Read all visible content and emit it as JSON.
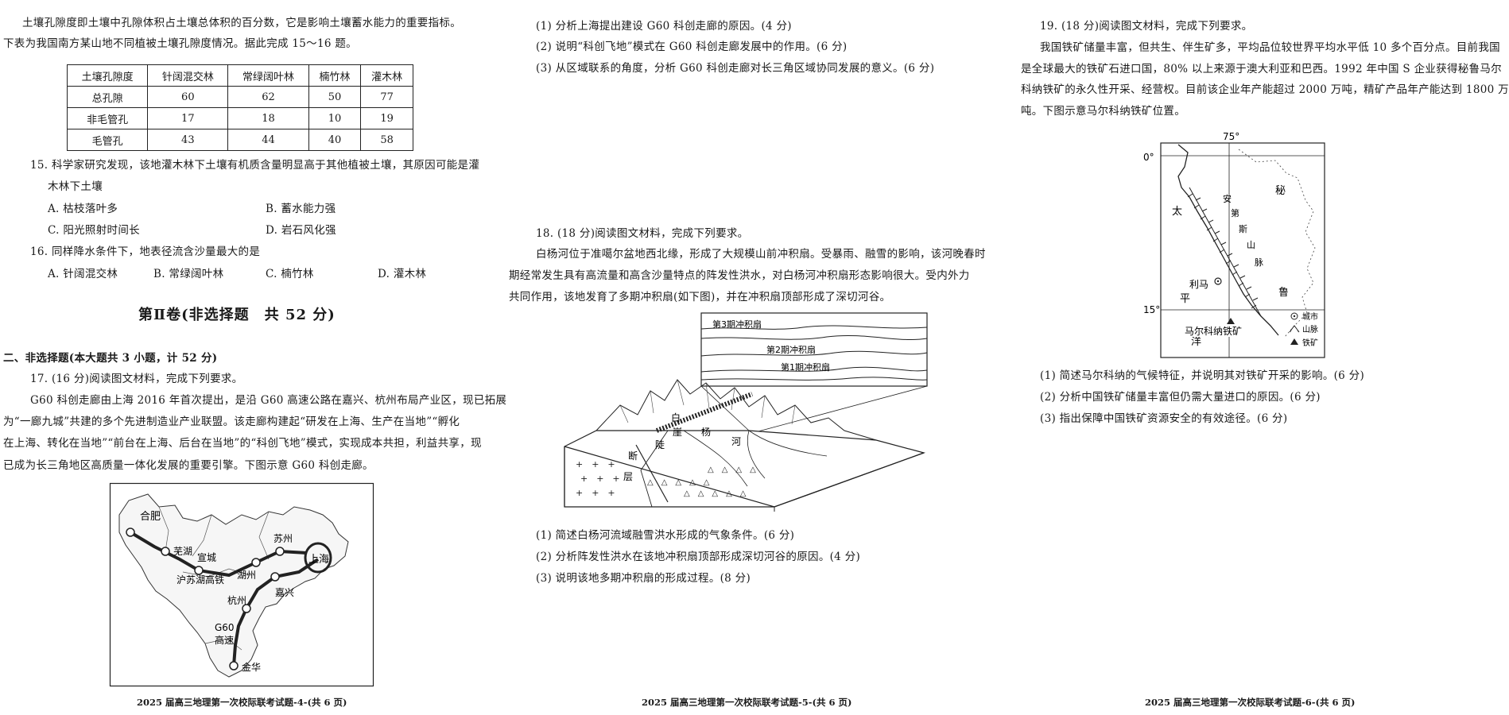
{
  "page1": {
    "intro1": "土壤孔隙度即土壤中孔隙体积占土壤总体积的百分数，它是影响土壤蓄水能力的重要指标。",
    "intro2": "下表为我国南方某山地不同植被土壤孔隙度情况。据此完成 15～16 题。",
    "table": {
      "headers": [
        "土壤孔隙度",
        "针阔混交林",
        "常绿阔叶林",
        "楠竹林",
        "灌木林"
      ],
      "rows": [
        [
          "总孔隙",
          "60",
          "62",
          "50",
          "77"
        ],
        [
          "非毛管孔",
          "17",
          "18",
          "10",
          "19"
        ],
        [
          "毛管孔",
          "43",
          "44",
          "40",
          "58"
        ]
      ]
    },
    "q15": {
      "stem1": "15. 科学家研究发现，该地灌木林下土壤有机质含量明显高于其他植被土壤，其原因可能是灌",
      "stem2": "木林下土壤",
      "a": "A. 枯枝落叶多",
      "b": "B. 蓄水能力强",
      "c": "C. 阳光照射时间长",
      "d": "D. 岩石风化强"
    },
    "q16": {
      "stem": "16. 同样降水条件下，地表径流含沙量最大的是",
      "a": "A. 针阔混交林",
      "b": "B. 常绿阔叶林",
      "c": "C. 楠竹林",
      "d": "D. 灌木林"
    },
    "section_title": "第Ⅱ卷(非选择题　共 52 分)",
    "section_sub": "二、非选择题(本大题共 3 小题，计 52 分)",
    "q17": {
      "title": "17. (16 分)阅读图文材料，完成下列要求。",
      "l1": "G60 科创走廊由上海 2016 年首次提出，是沿 G60 高速公路在嘉兴、杭州布局产业区，现已拓展",
      "l2": "为“一廊九城”共建的多个先进制造业产业联盟。该走廊构建起“研发在上海、生产在当地”“孵化",
      "l3": "在上海、转化在当地”“前台在上海、后台在当地”的“科创飞地”模式，实现成本共担，利益共享，现",
      "l4": "已成为长三角地区高质量一体化发展的重要引擎。下图示意 G60 科创走廊。"
    },
    "map": {
      "cities": [
        "合肥",
        "芜湖",
        "宣城",
        "苏州",
        "上海",
        "湖州",
        "嘉兴",
        "杭州",
        "金华"
      ],
      "rail": "沪苏湖高铁",
      "highway1": "G60",
      "highway2": "高速"
    },
    "footer": "2025 届高三地理第一次校际联考试题-4-(共 6 页)"
  },
  "page2": {
    "q17_1": "(1) 分析上海提出建设 G60 科创走廊的原因。(4 分)",
    "q17_2": "(2) 说明“科创飞地”模式在 G60 科创走廊发展中的作用。(6 分)",
    "q17_3": "(3) 从区域联系的角度，分析 G60 科创走廊对长三角区域协同发展的意义。(6 分)",
    "q18": {
      "title": "18. (18 分)阅读图文材料，完成下列要求。",
      "l1": "白杨河位于准噶尔盆地西北缘，形成了大规模山前冲积扇。受暴雨、融雪的影响，该河晚春时",
      "l2": "期经常发生具有高流量和高含沙量特点的阵发性洪水，对白杨河冲积扇形态影响很大。受内外力",
      "l3": "共同作用，该地发育了多期冲积扇(如下图)，并在冲积扇顶部形成了深切河谷。"
    },
    "diagram": {
      "fan3": "第3期冲积扇",
      "fan2": "第2期冲积扇",
      "fan1": "第1期冲积扇",
      "bai": "白",
      "ya": "崖",
      "yang": "杨",
      "he": "河",
      "dou": "陡",
      "duan": "断",
      "ceng": "层"
    },
    "q18_1": "(1) 简述白杨河流域融雪洪水形成的气象条件。(6 分)",
    "q18_2": "(2) 分析阵发性洪水在该地冲积扇顶部形成深切河谷的原因。(4 分)",
    "q18_3": "(3) 说明该地多期冲积扇的形成过程。(8 分)",
    "footer": "2025 届高三地理第一次校际联考试题-5-(共 6 页)"
  },
  "page3": {
    "q19": {
      "title": "19. (18 分)阅读图文材料，完成下列要求。",
      "l1": "我国铁矿储量丰富，但共生、伴生矿多，平均品位较世界平均水平低 10 多个百分点。目前我国",
      "l2": "是全球最大的铁矿石进口国，80% 以上来源于澳大利亚和巴西。1992 年中国 S 企业获得秘鲁马尔",
      "l3": "科纳铁矿的永久性开采、经营权。目前该企业年产能超过 2000 万吨，精矿产品年产能达到 1800 万",
      "l4": "吨。下图示意马尔科纳铁矿位置。"
    },
    "map": {
      "lon": "75°",
      "lat0": "0°",
      "lat15": "15°",
      "ocean1": "太",
      "ocean2": "平",
      "ocean3": "洋",
      "country1": "秘",
      "country2": "鲁",
      "mtn1": "安",
      "mtn2": "第",
      "mtn3": "斯",
      "mtn4": "山",
      "mtn5": "脉",
      "city": "利马",
      "mine": "马尔科纳铁矿",
      "legend_city": "城市",
      "legend_mtn": "山脉",
      "legend_mine": "铁矿"
    },
    "q19_1": "(1) 简述马尔科纳的气候特征，并说明其对铁矿开采的影响。(6 分)",
    "q19_2": "(2) 分析中国铁矿储量丰富但仍需大量进口的原因。(6 分)",
    "q19_3": "(3) 指出保障中国铁矿资源安全的有效途径。(6 分)",
    "footer": "2025 届高三地理第一次校际联考试题-6-(共 6 页)"
  }
}
